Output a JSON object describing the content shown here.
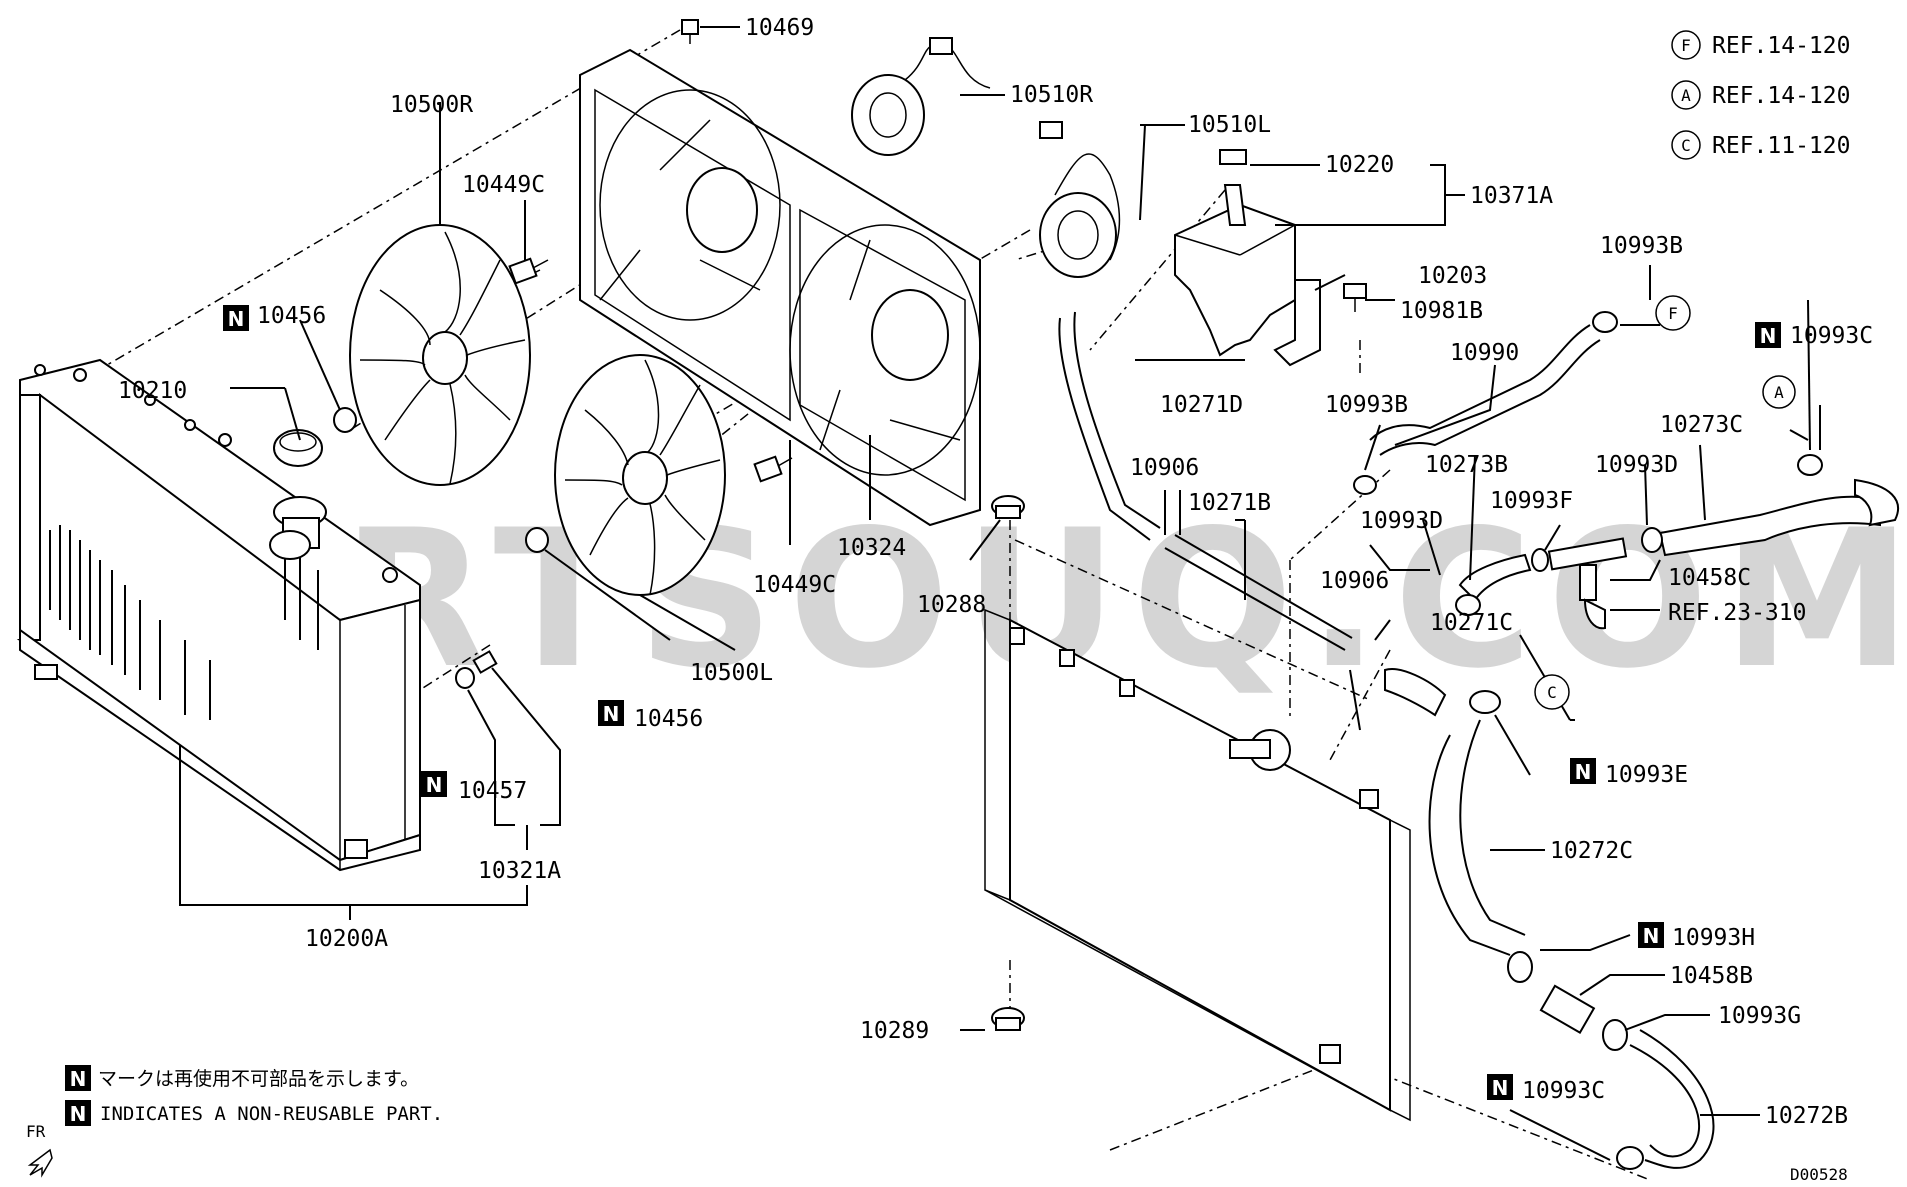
{
  "watermark": "PARTSOUQ.COM",
  "references": [
    {
      "letter": "F",
      "text": "REF.14-120"
    },
    {
      "letter": "A",
      "text": "REF.14-120"
    },
    {
      "letter": "C",
      "text": "REF.11-120"
    }
  ],
  "callout_letters": {
    "f": "F",
    "a": "A",
    "c": "C"
  },
  "part_labels": {
    "p10469": "10469",
    "p10500R": "10500R",
    "p10510R": "10510R",
    "p10510L": "10510L",
    "p10449C_a": "10449C",
    "p10449C_b": "10449C",
    "p10456_a": "10456",
    "p10456_b": "10456",
    "p10210": "10210",
    "p10220": "10220",
    "p10371A": "10371A",
    "p10203": "10203",
    "p10981B": "10981B",
    "p10993B_a": "10993B",
    "p10993B_b": "10993B",
    "p10990": "10990",
    "p10993C_a": "10993C",
    "p10993C_b": "10993C",
    "p10273C": "10273C",
    "p10271D": "10271D",
    "p10906_a": "10906",
    "p10906_b": "10906",
    "p10271B": "10271B",
    "p10273B": "10273B",
    "p10993D_a": "10993D",
    "p10993D_b": "10993D",
    "p10993F": "10993F",
    "p10458C": "10458C",
    "ref23": "REF.23-310",
    "p10324": "10324",
    "p10288": "10288",
    "p10500L": "10500L",
    "p10271C": "10271C",
    "p10993E": "10993E",
    "p10457": "10457",
    "p10321A": "10321A",
    "p10200A": "10200A",
    "p10272C": "10272C",
    "p10993H": "10993H",
    "p10458B": "10458B",
    "p10993G": "10993G",
    "p10289": "10289",
    "p10272B": "10272B"
  },
  "non_reusable_mark": "N",
  "notes": {
    "jp": "マークは再使用不可部品を示します。",
    "en": "INDICATES A NON-REUSABLE PART."
  },
  "fr_label": "FR",
  "diagram_code": "D00528"
}
